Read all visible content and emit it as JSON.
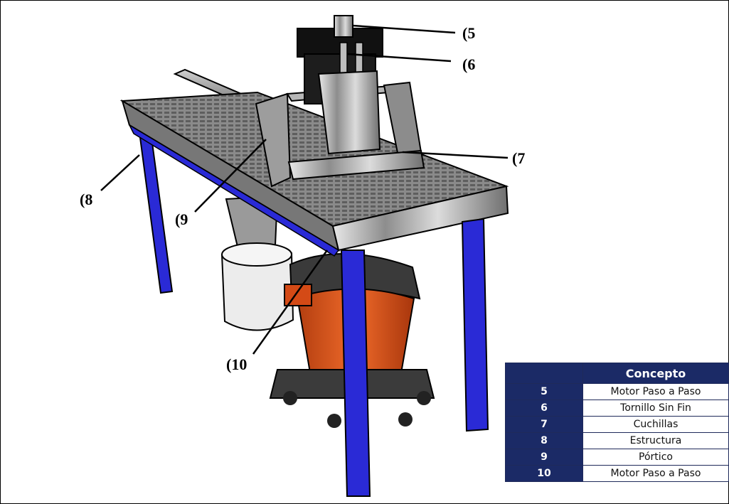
{
  "callouts": {
    "c5": "(5",
    "c6": "(6",
    "c7": "(7",
    "c8": "(8",
    "c9": "(9",
    "c10": "(10"
  },
  "legend": {
    "header_blank": "",
    "header_concept": "Concepto",
    "rows": [
      {
        "num": "5",
        "concept": "Motor Paso a Paso"
      },
      {
        "num": "6",
        "concept": "Tornillo Sin Fin"
      },
      {
        "num": "7",
        "concept": "Cuchillas"
      },
      {
        "num": "8",
        "concept": "Estructura"
      },
      {
        "num": "9",
        "concept": "Pórtico"
      },
      {
        "num": "10",
        "concept": "Motor Paso a Paso"
      }
    ]
  },
  "colors": {
    "frame_blue": "#2a2ad6",
    "bucket_orange": "#e0561e",
    "legend_navy": "#1b2a66"
  }
}
